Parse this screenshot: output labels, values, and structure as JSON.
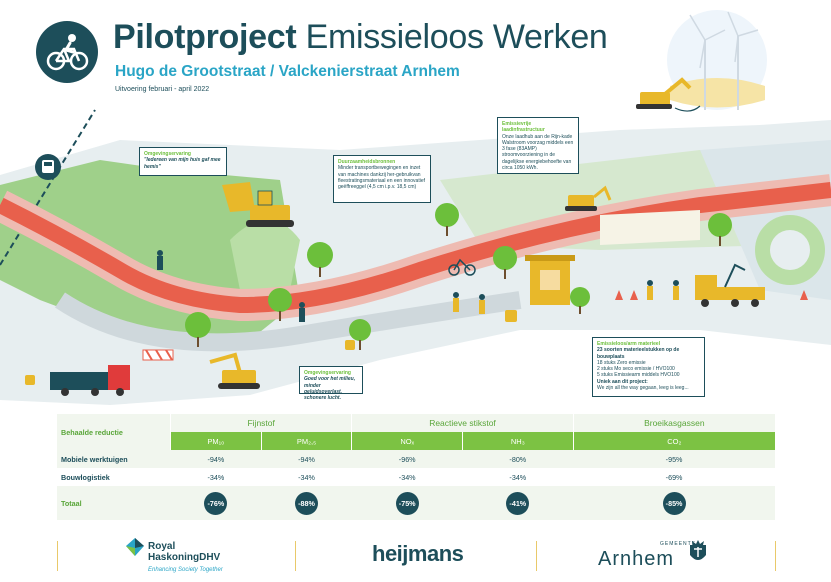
{
  "header": {
    "title_bold": "Pilotproject",
    "title_light": "Emissieloos Werken",
    "subtitle": "Hugo de Grootstraat / Valckenierstraat Arnhem",
    "dateline": "Uitvoering februari - april 2022",
    "logo_icon": "cyclist-icon"
  },
  "callouts": {
    "c1": {
      "heading": "Omgevingservaring",
      "text": "\"Iedereen van mijn huis gaf mee hemis\""
    },
    "c2": {
      "heading": "Duurzaamheidsbronnen",
      "text": "Minder transportbewegingen en inzet van machines dankzij her-gebruikvan fleestratingsmateriaal en een innovatief geëffreeggel (4,5 cm i.p.v. 18,5 cm)"
    },
    "c3": {
      "heading": "Emissievrije laadinfrastructuur",
      "text": "Onze laadhub aan de Rijn-kade Walstroom voorzag middels een 3 fase (83AMP) stroomvoorziening in de dagelijkse energiebehoefte van circa 1050 kWh."
    },
    "c4": {
      "heading": "Omgevingservaring",
      "text": "Goed voor het milieu, minder geluidsoverlast, schonere lucht."
    },
    "c5": {
      "heading": "Emissieloos/arm materieel",
      "lines": [
        "23 soorten materieelstukken op de bouwplaats",
        "18 stuks Zero emissie",
        "2 stuks Mo seco emissie / HVO100",
        "5 stuks Emissiearm middels HVO100",
        "Uniek aan dit project:",
        "We zijn all the way gegaan, leeg is leeg..."
      ]
    }
  },
  "table": {
    "corner_label": "Behaalde reductie",
    "groups": [
      "Fijnstof",
      "Reactieve stikstof",
      "Broeikasgassen"
    ],
    "subheaders": [
      "PM₁₀",
      "PM₂,₅",
      "NOₓ",
      "NH₃",
      "CO₂"
    ],
    "rows": [
      {
        "label": "Mobiele werktuigen",
        "values": [
          "-94%",
          "-94%",
          "-96%",
          "-80%",
          "-95%"
        ]
      },
      {
        "label": "Bouwlogistiek",
        "values": [
          "-34%",
          "-34%",
          "-34%",
          "-34%",
          "-69%"
        ]
      }
    ],
    "total": {
      "label": "Totaal",
      "values": [
        "-76%",
        "-88%",
        "-75%",
        "-41%",
        "-85%"
      ]
    }
  },
  "footer": {
    "logo1_line1": "Royal",
    "logo1_line2": "HaskoningDHV",
    "logo1_tagline": "Enhancing Society Together",
    "logo2": "heijmans",
    "logo3_small": "GEMEENTE",
    "logo3": "Arnhem"
  },
  "colors": {
    "navy": "#1d4e5a",
    "green": "#7cc243",
    "teal": "#2aa5c6",
    "road": "#e8604c",
    "gold": "#e9c96a"
  }
}
